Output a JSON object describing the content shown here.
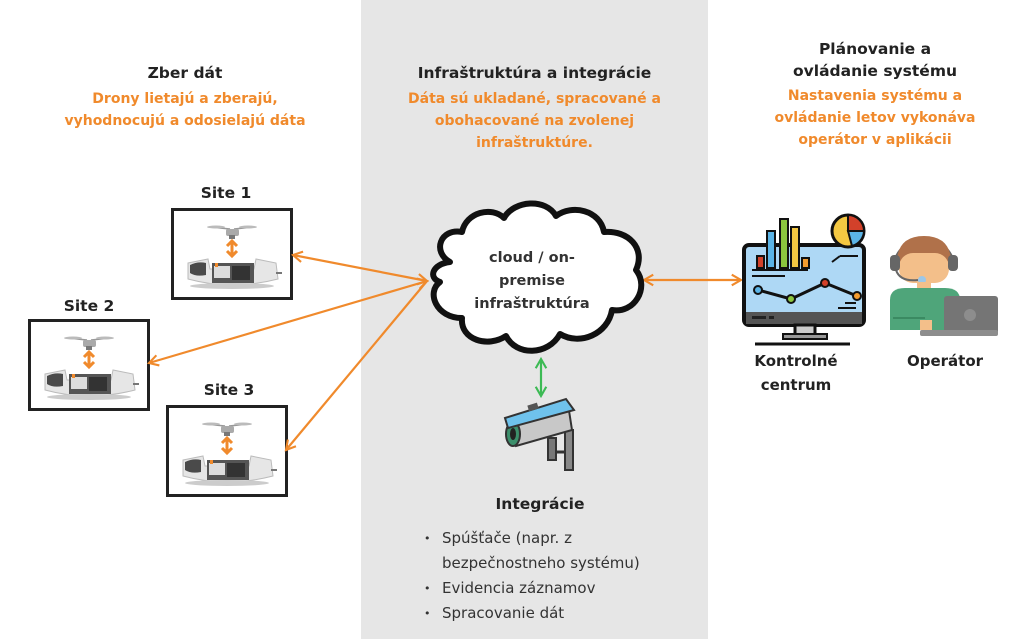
{
  "columns": {
    "left": {
      "title": "Zber dát",
      "subtitle_lines": [
        "Drony lietajú a zberajú,",
        "vyhodnocujú a odosielajú dáta"
      ]
    },
    "middle": {
      "title": "Infraštruktúra a integrácie",
      "subtitle_lines": [
        "Dáta sú ukladané, spracované a",
        "obohacované na zvolenej",
        "infraštruktúre."
      ]
    },
    "right": {
      "title_lines": [
        "Plánovanie a",
        "ovládanie systému"
      ],
      "subtitle_lines": [
        "Nastavenia systému a",
        "ovládanie letov vykonáva",
        "operátor v aplikácii"
      ]
    }
  },
  "sites": [
    {
      "label": "Site 1",
      "icon": "drone-dock-icon"
    },
    {
      "label": "Site 2",
      "icon": "drone-dock-icon"
    },
    {
      "label": "Site 3",
      "icon": "drone-dock-icon"
    }
  ],
  "cloud": {
    "lines": [
      "cloud / on-",
      "premise",
      "infraštruktúra"
    ],
    "icon": "cloud-icon"
  },
  "integrations": {
    "icon": "security-camera-icon",
    "title": "Integrácie",
    "items": [
      "Spúšťače (napr. z bezpečnostneho systému)",
      "Evidencia záznamov",
      "Spracovanie dát"
    ]
  },
  "control_center": {
    "icon": "monitor-dashboard-icon",
    "label_lines": [
      "Kontrolné",
      "centrum"
    ]
  },
  "operator": {
    "icon": "operator-headset-icon",
    "label": "Operátor"
  },
  "colors": {
    "accent_orange": "#f08a2c",
    "connector_green": "#3cba54",
    "middle_panel": "#e6e6e6",
    "heading": "#222222"
  }
}
